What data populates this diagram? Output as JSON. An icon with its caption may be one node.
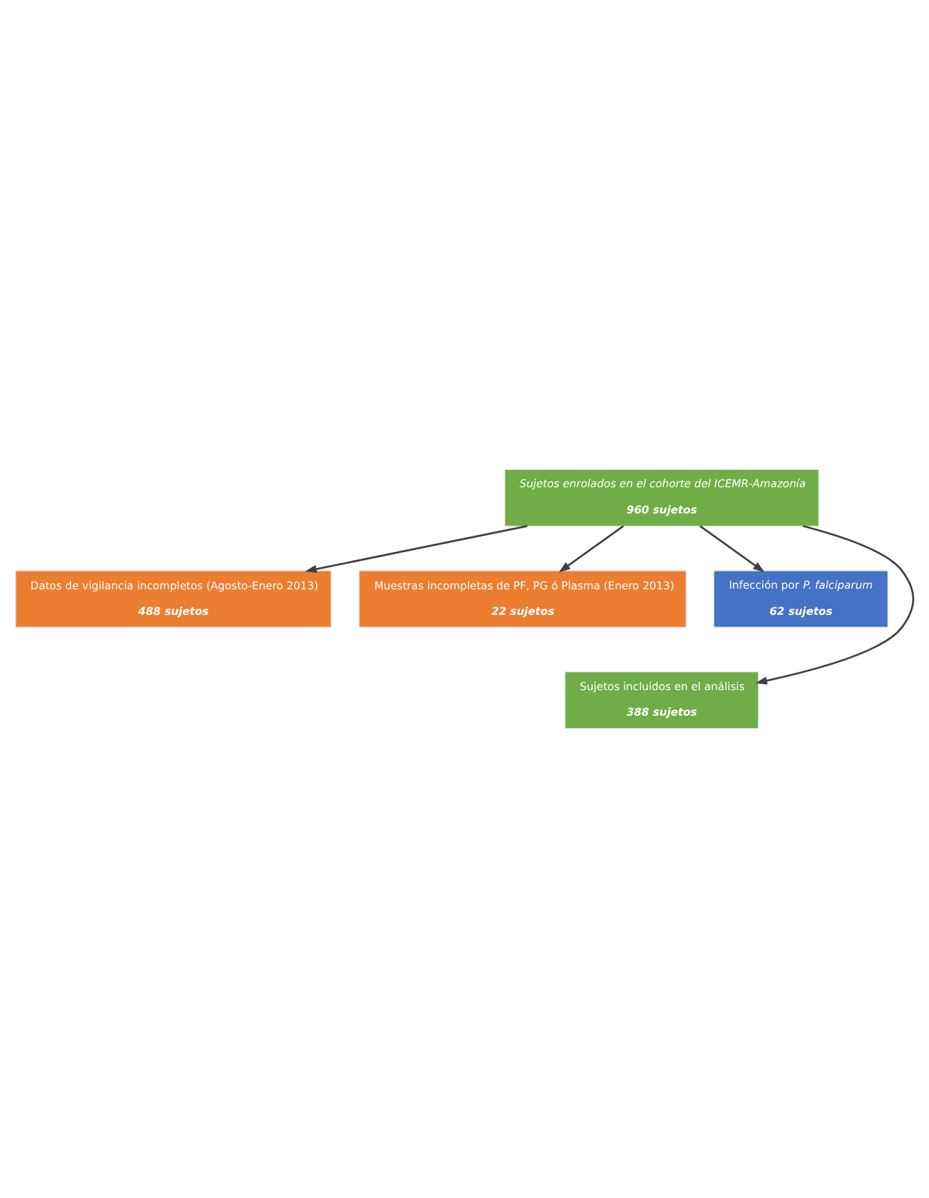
{
  "diagram": {
    "nodes": [
      {
        "text": [
          "Sujetos enrolados en el cohorte del ICEMR-Amazonía",
          "960 sujetos"
        ]
      },
      {
        "text": [
          "Datos de vigilancia incompletos (Agosto-Enero 2013)",
          "488 sujetos"
        ]
      },
      {
        "text": [
          "Muestras incompletas de PF, PG ó Plasma (Enero 2013)",
          "22 sujetos"
        ]
      },
      {
        "text": [
          "Infección por *P. falciparum*",
          "62 sujetos"
        ]
      },
      {
        "text": [
          "Sujetos incluidos en el análisis",
          "388 sujetos"
        ]
      }
    ],
    "edges": [
      {
        "from": 0,
        "to": 1,
        "arrow": "to"
      },
      {
        "from": 0,
        "to": 2,
        "arrow": "to"
      },
      {
        "from": 0,
        "to": 3,
        "arrow": "to"
      },
      {
        "from": 0,
        "to": 4,
        "arrow": "to"
      }
    ]
  }
}
